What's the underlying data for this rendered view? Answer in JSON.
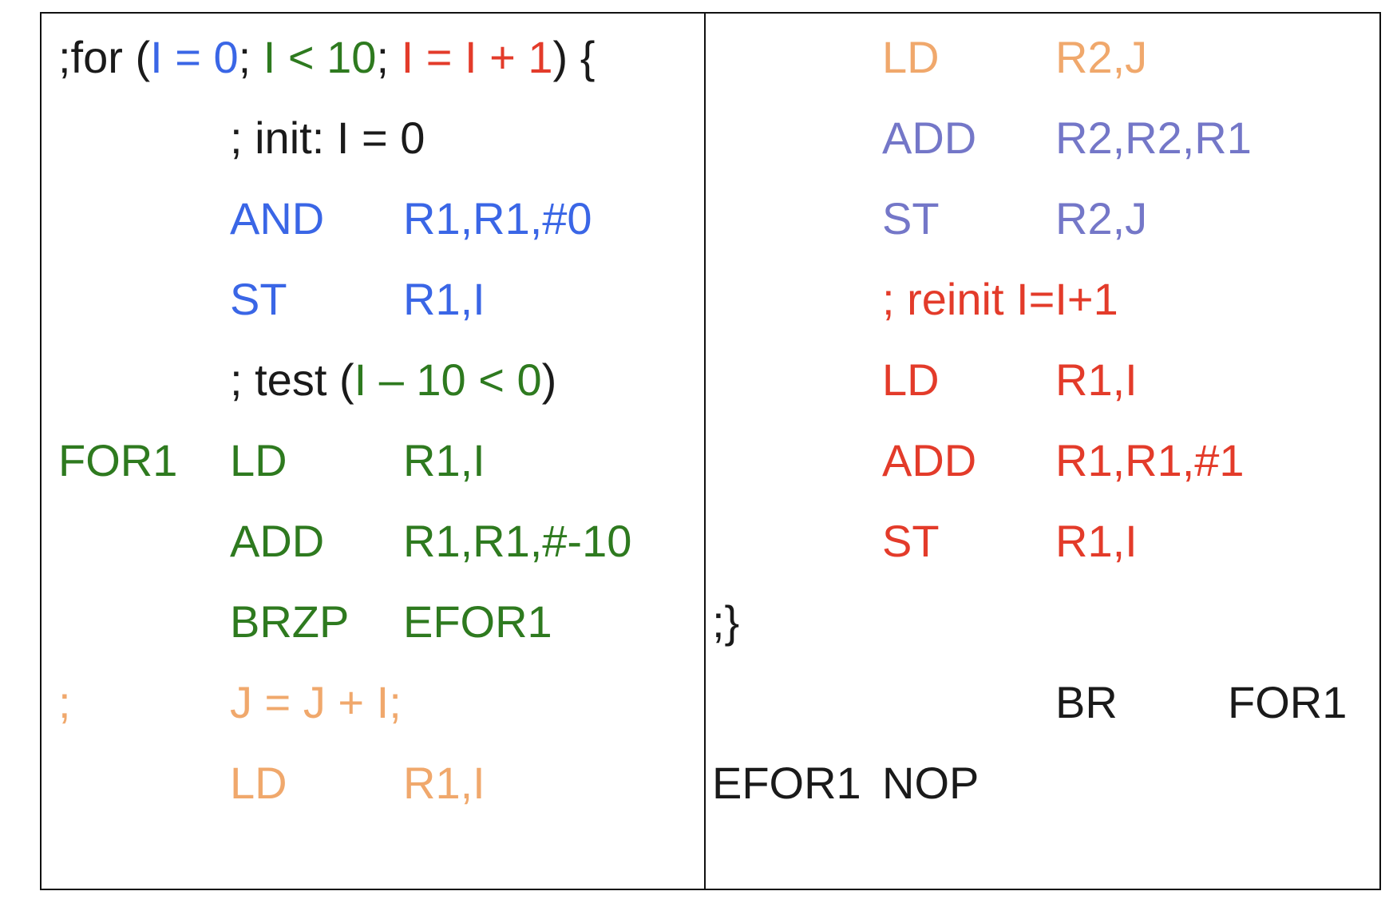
{
  "colors": {
    "init": "#3a66e6",
    "test": "#2e7a1f",
    "reinit": "#e33b2a",
    "body_load": "#f0a86c",
    "body_update": "#7477c8",
    "plain": "#1a1a1a"
  },
  "left": {
    "for_line": {
      "prefix": ";for (",
      "init": "I = 0",
      "sep1": "; ",
      "test": "I < 10",
      "sep2": "; ",
      "reinit": "I = I + 1",
      "suffix": ") {"
    },
    "init_comment": "; init: I = 0",
    "and_op": "AND",
    "and_args": "R1,R1,#0",
    "st1_op": "ST",
    "st1_args": "R1,I",
    "test_comment_prefix": "; test (",
    "test_comment_body": "I – 10 < 0",
    "test_comment_suffix": ")",
    "for_label": "FOR1",
    "ld1_op": "LD",
    "ld1_args": "R1,I",
    "add1_op": "ADD",
    "add1_args": "R1,R1,#-10",
    "brzp_op": "BRZP",
    "brzp_args": "EFOR1",
    "body_comment_mark": ";",
    "body_comment": "J = J + I;",
    "ld2_op": "LD",
    "ld2_args": "R1,I"
  },
  "right": {
    "ld3_op": "LD",
    "ld3_args": "R2,J",
    "add2_op": "ADD",
    "add2_args": "R2,R2,R1",
    "st2_op": "ST",
    "st2_args": "R2,J",
    "reinit_comment": "; reinit I=I+1",
    "ld4_op": "LD",
    "ld4_args": "R1,I",
    "add3_op": "ADD",
    "add3_args": "R1,R1,#1",
    "st3_op": "ST",
    "st3_args": "R1,I",
    "close_brace": ";}",
    "br_op": "BR",
    "br_args": "FOR1",
    "efor_label": "EFOR1",
    "nop_op": "NOP"
  }
}
